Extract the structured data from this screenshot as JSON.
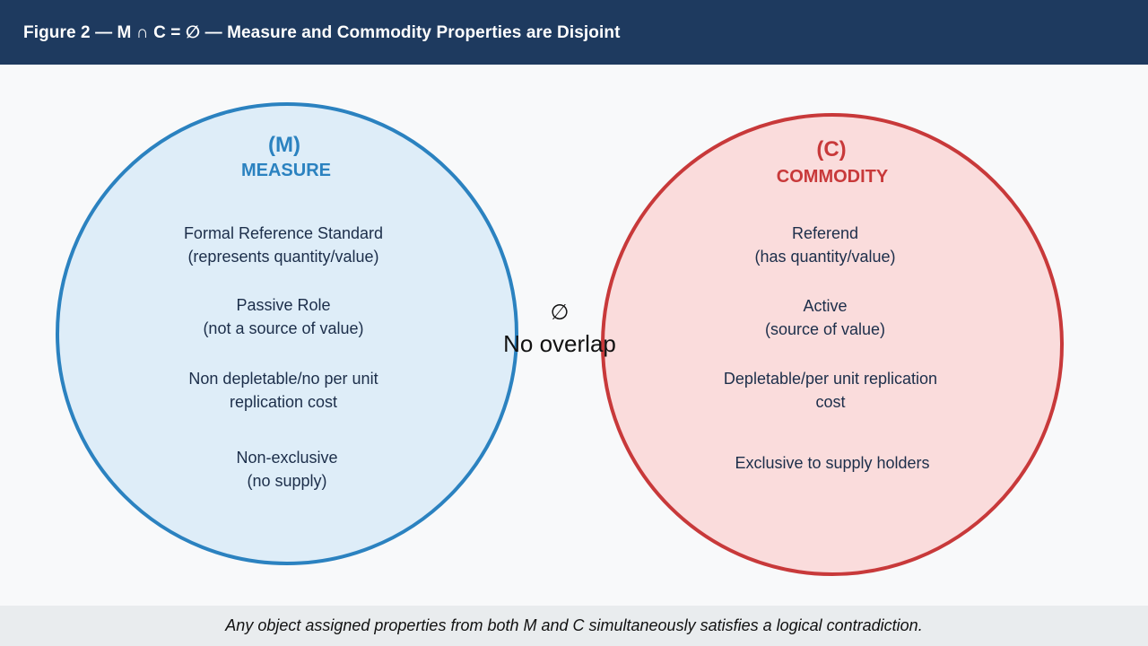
{
  "header": {
    "title": "Figure 2 — M ∩ C = ∅ — Measure and Commodity Properties are Disjoint"
  },
  "measure": {
    "letter": "(M)",
    "name": "MEASURE",
    "properties": [
      {
        "line1": "Formal Reference Standard",
        "line2": "(represents quantity/value)"
      },
      {
        "line1": "Passive Role",
        "line2": "(not a source of value)"
      },
      {
        "line1": "Non depletable/no per unit",
        "line2": "replication cost"
      },
      {
        "line1": "Non-exclusive",
        "line2": "(no supply)"
      }
    ]
  },
  "commodity": {
    "letter": "(C)",
    "name": "COMMODITY",
    "properties": [
      {
        "line1": "Referend",
        "line2": "(has quantity/value)"
      },
      {
        "line1": "Active",
        "line2": "(source of value)"
      },
      {
        "line1": "Depletable/per unit replication",
        "line2": "cost"
      },
      {
        "line1": "Exclusive to supply holders",
        "line2": ""
      }
    ]
  },
  "intersection": {
    "symbol": "∅",
    "label": "No overlap"
  },
  "footer": {
    "text": "Any object assigned properties from both M and C simultaneously satisfies a logical contradiction."
  },
  "colors": {
    "header_bg": "#1e3a5f",
    "measure_stroke": "#2b82c0",
    "measure_fill": "#deedf8",
    "commodity_stroke": "#c8393a",
    "commodity_fill": "#fadcdc"
  }
}
